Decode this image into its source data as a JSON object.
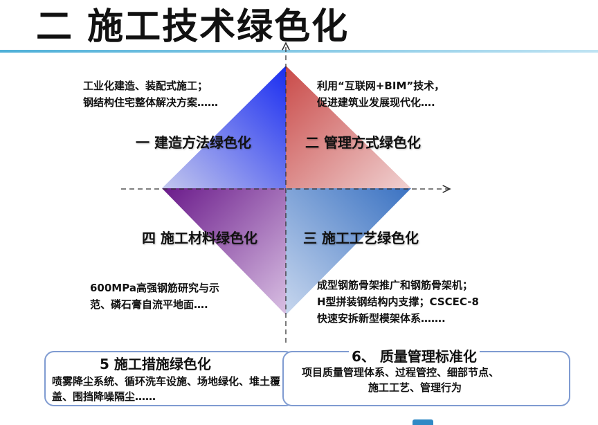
{
  "title": "二  施工技术绿色化",
  "quadrants": {
    "q1": {
      "heading": "一  建造方法绿色化",
      "desc_line1": "工业化建造、装配式施工；",
      "desc_line2": "钢结构住宅整体解决方案……",
      "color": "#1a2df0"
    },
    "q2": {
      "heading": "二  管理方式绿色化",
      "desc_line1": "利用“互联网+BIM”技术，",
      "desc_line2": "促进建筑业发展现代化….",
      "color": "#c94a48"
    },
    "q3": {
      "heading": "三  施工工艺绿色化",
      "desc_line1": "成型钢筋骨架推广和钢筋骨架机；",
      "desc_line2": "H型拼装钢结构内支撑；CSCEC-8",
      "desc_line3": "快速安拆新型模架体系…….",
      "color": "#3a72c2"
    },
    "q4": {
      "heading": "四  施工材料绿色化",
      "desc_line1": "600MPa高强钢筋研究与示",
      "desc_line2": "范、磷石膏自流平地面….",
      "color": "#6a1a8a"
    }
  },
  "box5": {
    "title": "5   施工措施绿色化",
    "body": "喷雾降尘系统、循环洗车设施、场地绿化、堆土覆盖、围挡降噪隔尘……"
  },
  "box6": {
    "title": "6、  质量管理标准化",
    "body_line1": "项目质量管理体系、过程管控、细部节点、",
    "body_line2": "施工工艺、管理行为"
  },
  "colors": {
    "accent": "#4fb0d8",
    "box_border": "#7f9bd1",
    "axis": "#333333"
  }
}
